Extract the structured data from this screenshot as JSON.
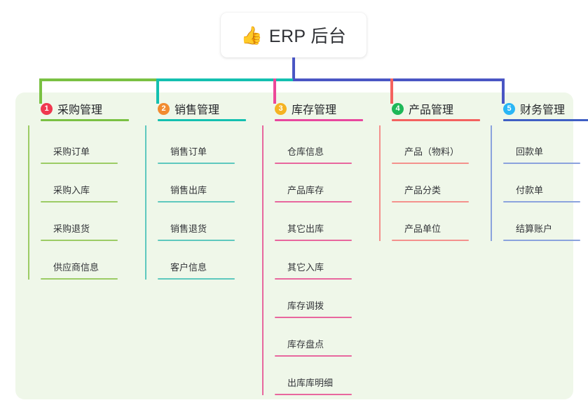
{
  "title": {
    "emoji": "👍",
    "emoji_name": "thumbs-up-icon",
    "text": "ERP 后台"
  },
  "colors": {
    "panel_bg": "#eff7e9",
    "page_bg": "#ffffff",
    "card_bg": "#ffffff",
    "stem": "#4a56c4",
    "text": "#24262a",
    "item_text": "#333539"
  },
  "connector": {
    "left_green": "#7ac143",
    "mid_teal": "#14c0b0",
    "center_indigo": "#4a56c4",
    "drop_pink": "#ec4899",
    "drop_red": "#f4625f",
    "drop_purple": "#4a56c4"
  },
  "chart_data": {
    "type": "tree",
    "root": "ERP 后台",
    "branch_count": 5
  },
  "columns": [
    {
      "index": "1",
      "title": "采购管理",
      "badge_color": "#f0384f",
      "rule_color": "#7ac143",
      "line_color": "#9ccc65",
      "drop_color": "#7ac143",
      "items": [
        "采购订单",
        "采购入库",
        "采购退货",
        "供应商信息"
      ]
    },
    {
      "index": "2",
      "title": "销售管理",
      "badge_color": "#f28b30",
      "rule_color": "#14c0b0",
      "line_color": "#5ec8be",
      "drop_color": "#14c0b0",
      "items": [
        "销售订单",
        "销售出库",
        "销售退货",
        "客户信息"
      ]
    },
    {
      "index": "3",
      "title": "库存管理",
      "badge_color": "#f5b322",
      "rule_color": "#e8479e",
      "line_color": "#e8679e",
      "drop_color": "#ec4899",
      "items": [
        "仓库信息",
        "产品库存",
        "其它出库",
        "其它入库",
        "库存调拨",
        "库存盘点",
        "出库库明细"
      ]
    },
    {
      "index": "4",
      "title": "产品管理",
      "badge_color": "#1eb858",
      "rule_color": "#f4625f",
      "line_color": "#f4918d",
      "drop_color": "#f4625f",
      "items": [
        "产品（物料）",
        "产品分类",
        "产品单位"
      ]
    },
    {
      "index": "5",
      "title": "财务管理",
      "badge_color": "#29b6f6",
      "rule_color": "#3f5fc4",
      "line_color": "#8ba3dd",
      "drop_color": "#4a56c4",
      "items": [
        "回款单",
        "付款单",
        "结算账户"
      ]
    }
  ]
}
